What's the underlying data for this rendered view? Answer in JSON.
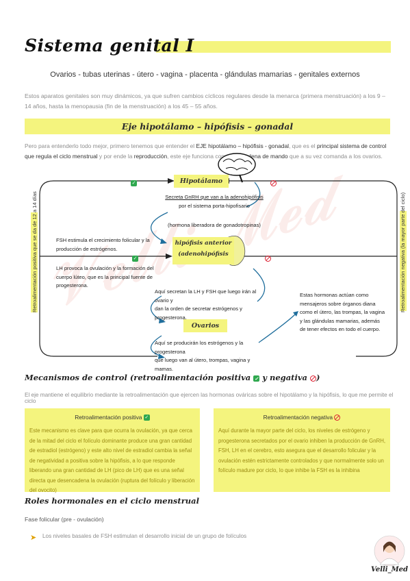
{
  "header": {
    "title": "Sistema genital I",
    "subtitle": "Ovarios - tubas uterinas - útero - vagina - placenta - glándulas mamarias - genitales externos",
    "intro": "Estos aparatos genitales son muy dinámicos, ya que sufren cambios cíclicos regulares desde la menarca (primera menstruación) a los 9 – 14 años, hasta la menopausia (fin de la menstruación) a los 45 – 55 años."
  },
  "axis_section": {
    "heading": "Eje hipotálamo – hipófisis – gonadal",
    "p_start": "Pero para entenderlo todo mejor, primero tenemos que entender el ",
    "p_bold1": "EJE hipotálamo – hipófisis - gonadal",
    "p_mid": ", que es el ",
    "p_bold2": "principal sistema de control que regula el ciclo menstrual",
    "p_mid2": " y por ende la ",
    "p_bold3": "reproducción",
    "p_mid3": ", este eje funciona como una ",
    "p_bold4": "cadena de mando",
    "p_end": " que a su vez comanda a los ovarios."
  },
  "diagram": {
    "hipotalamo": "Hipotálamo",
    "secreta_1": "Secreta GnRH que van a la adenohipófisis",
    "secreta_2": "por el sistema porta-hipofisario",
    "secreta_3": "(hormona liberadora de gonadotropinas)",
    "hipofisis_1": "hipófisis anterior",
    "hipofisis_2": "(adenohipófisis",
    "fsh_1": "FSH estimula el crecimiento folicular y la",
    "fsh_2": "producción de estrógenos.",
    "lh_1": "LH provoca la ovulación y la formación del",
    "lh_2": "cuerpo lúteo, que es la principal fuente de",
    "lh_3": "progesterona.",
    "aqui_1": "Aquí secretan la LH y FSH que luego irán al ovario y",
    "aqui_2": "dan la orden de secretar estrógenos y progesterona.",
    "ovarios": "Ovarios",
    "prod_1": "Aquí se producirán los estrógenos y la progesterona",
    "prod_2": "que luego van al útero, trompas, vagina y mamas.",
    "estas_1": "Estas hormonas actúan como",
    "estas_2": "mensajeros sobre órganos diana",
    "estas_3": "como el útero, las trompas, la vagina",
    "estas_4": "y las glándulas mamarias, además",
    "estas_5": "de tener efectos en todo el cuerpo.",
    "left_vertical": "Retroalimentación positiva que se da de 12 a 14 días",
    "right_vertical": "Retroalimentación negativa (la mayor parte del ciclo)"
  },
  "control": {
    "heading": "Mecanismos de control (retroalimentación positiva",
    "heading_and": "y negativa",
    "heading_close": ")",
    "intro": "El eje mantiene el equilibrio mediante la retroalimentación que ejercen las hormonas ováricas sobre el hipotálamo y la hipófisis, lo que me permite el ciclo",
    "positive": {
      "title": "Retroalimentación positiva",
      "text": "Este mecanismo es clave para que ocurra la ovulación, ya que cerca de la mitad del ciclo el folículo dominante produce una gran cantidad de estradiol (estrógeno) y este alto nivel de estradiol cambia la señal de negatividad a positiva sobre la hipófisis, a lo que responde liberando una gran cantidad de LH (pico de LH) que es una señal directa que desencadena la ovulación (ruptura del folículo y liberación del ovocito)"
    },
    "negative": {
      "title": "Retroalimentación negativa",
      "text": "Aquí durante la mayor parte del ciclo, los niveles de estrógeno y progesterona secretados por el ovario inhiben la producción de GnRH, FSH, LH en el cerebro, esto asegura que el desarrollo folicular y la ovulación estén estrictamente controlados y que normalmente solo un folículo madure por ciclo, lo que inhibe la FSH es la inhibina"
    }
  },
  "roles": {
    "heading": "Roles hormonales en el ciclo menstrual",
    "phase": "Fase folicular (pre - ovulación)",
    "bullet": "Los niveles basales de FSH estimulan el desarrollo inicial de un grupo de folículos"
  },
  "brand": {
    "signature": "Velli_Med"
  },
  "colors": {
    "highlight": "#f4f47e",
    "blue_text": "#1f4e8c",
    "accent_orange": "#e0a000",
    "check_green": "#2fa84f",
    "stop_red": "#d23"
  }
}
